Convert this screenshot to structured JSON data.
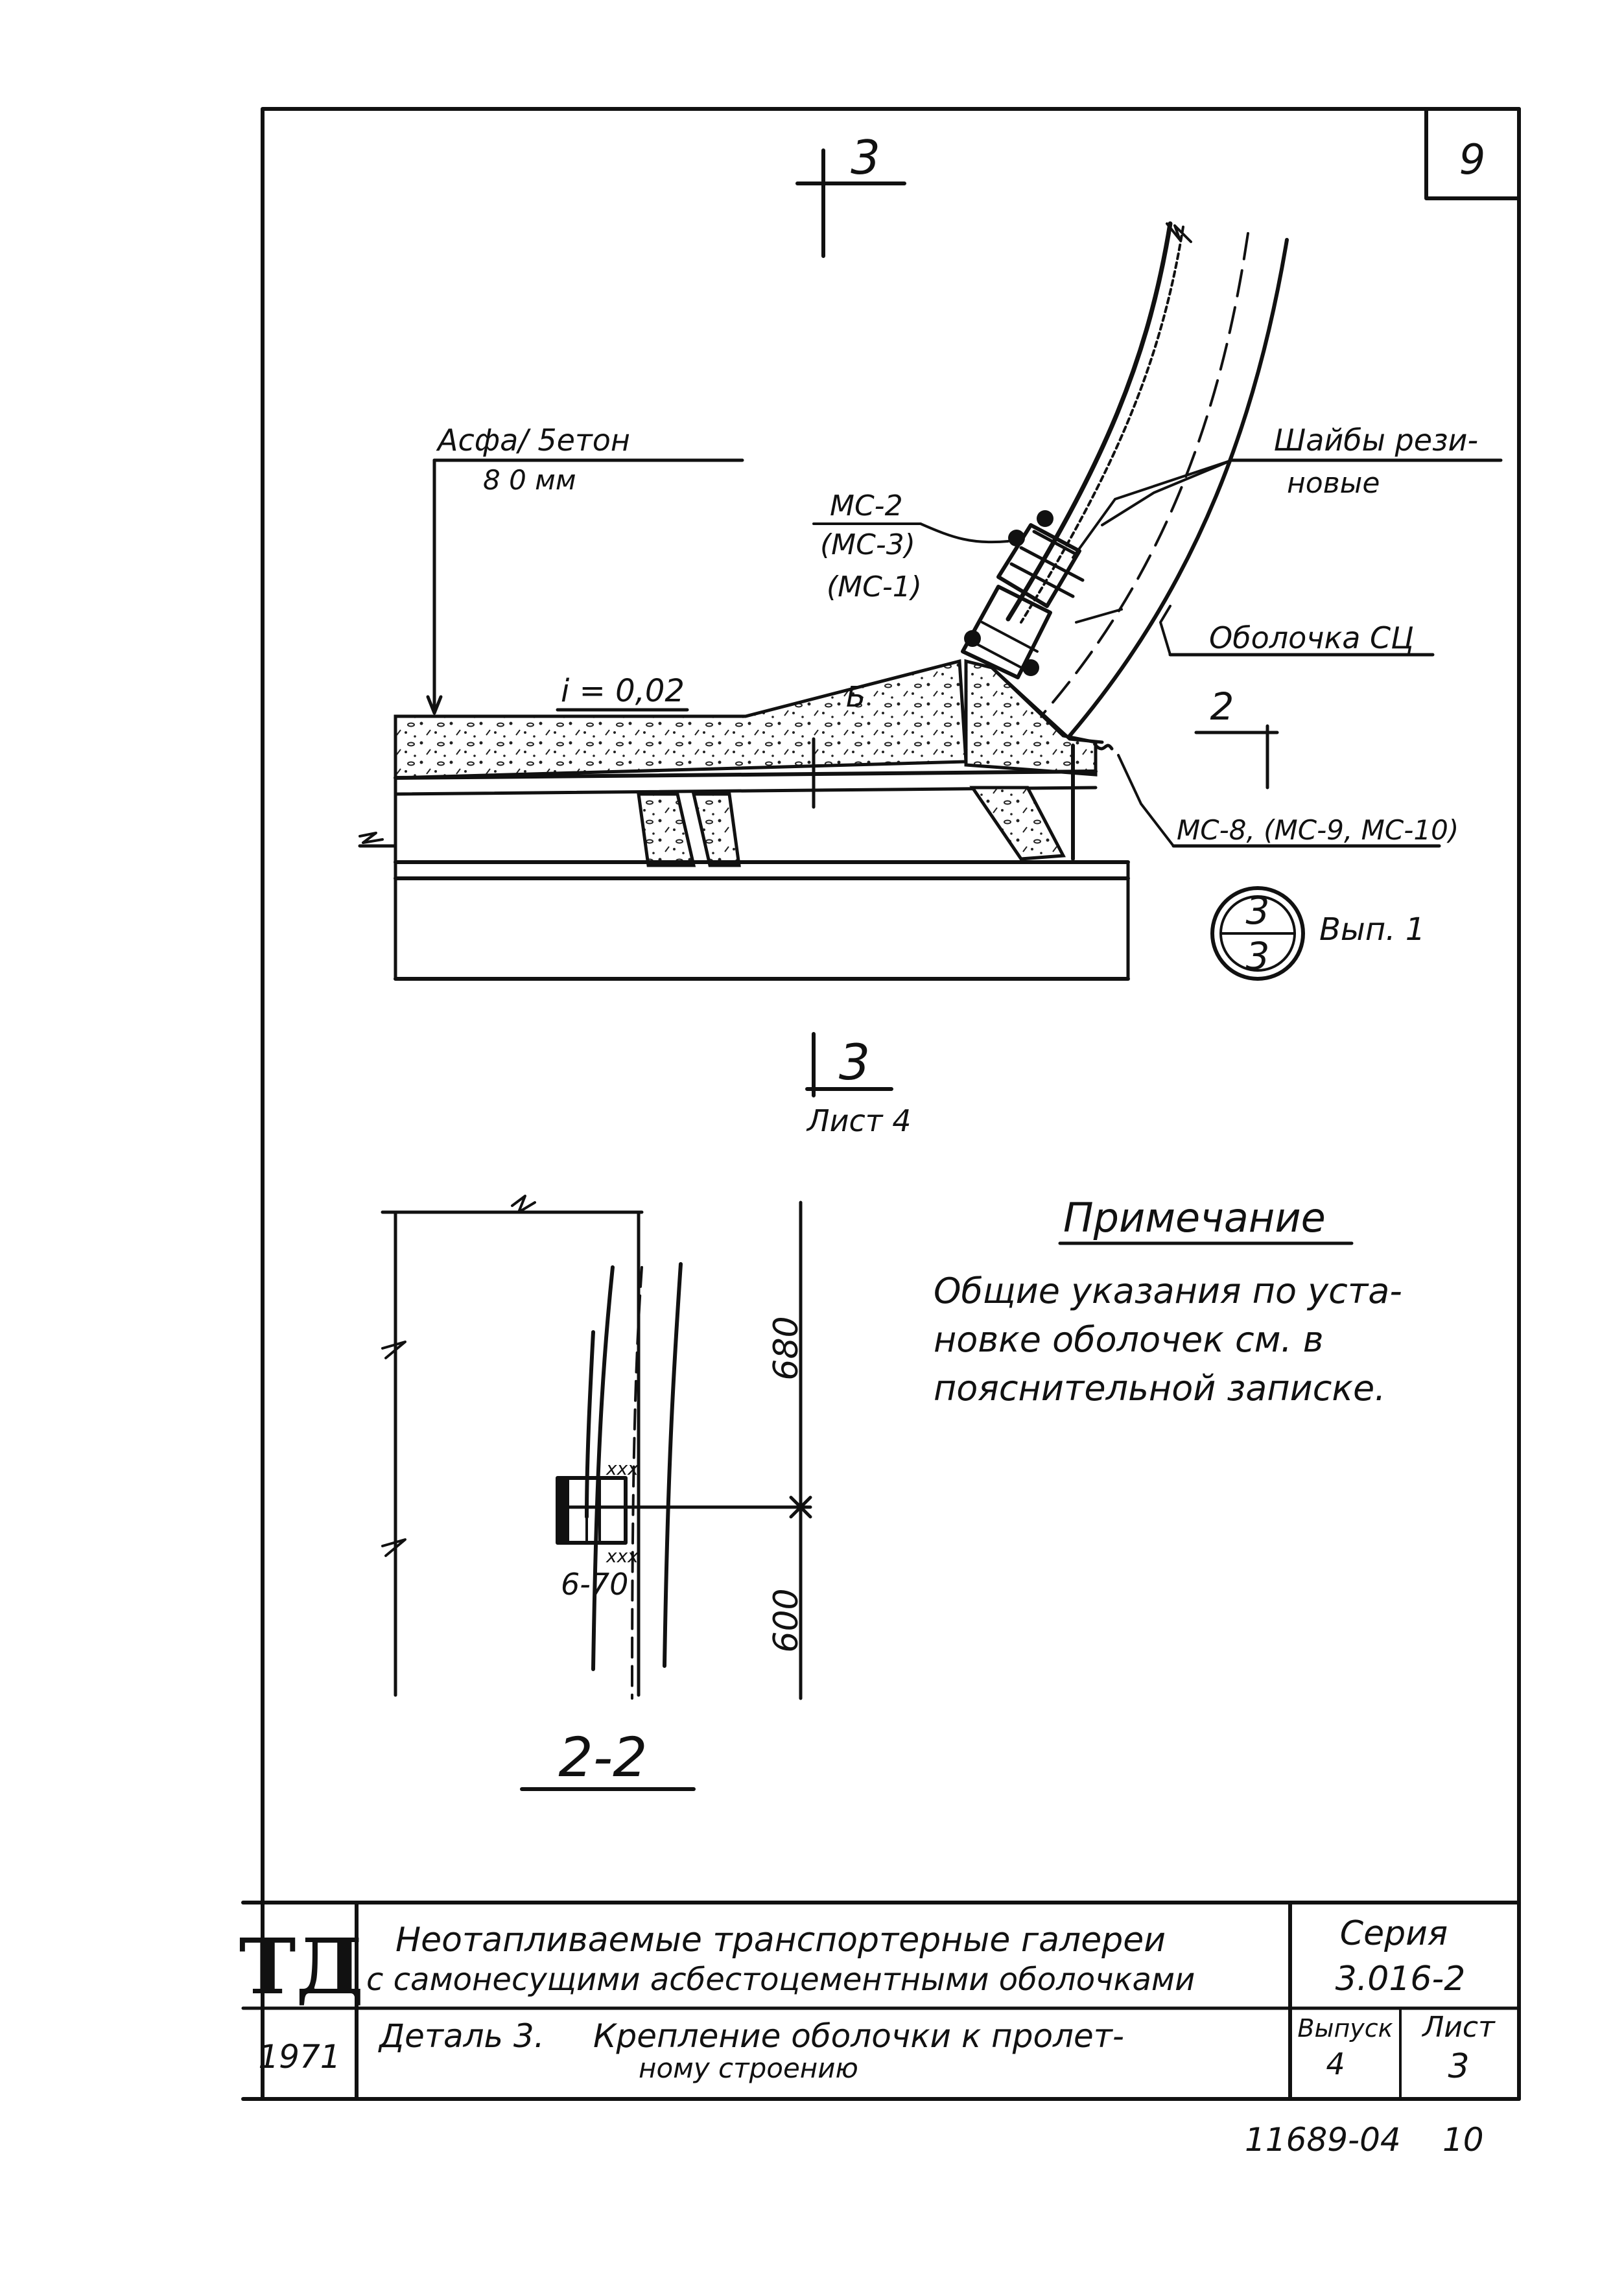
{
  "sheet": {
    "page_number": "9",
    "bottom_code": "11689-04",
    "bottom_number": "10"
  },
  "section_marks": {
    "top": "3",
    "bottom": "3",
    "bottom_sheet_ref": "Лист 4",
    "right": "2"
  },
  "labels": {
    "asphalt_line1": "Асфа/ 5етон",
    "asphalt_line2": "8 0 мм",
    "slope": "i = 0,02",
    "concrete_mark": "Б",
    "washers_line1": "Шайбы рези-",
    "washers_line2": "новые",
    "ms_line1": "МС-2",
    "ms_line2": "(МС-3)",
    "ms_line3": "(МС-1)",
    "shell": "Оболочка СЦ",
    "ms_lower": "МС-8, (МС-9, МС-10)"
  },
  "callout": {
    "numerator": "3",
    "denominator": "3",
    "issue": "Вып. 1"
  },
  "detail_2_2": {
    "title": "2-2",
    "dim_680": "680",
    "dim_600": "600",
    "bolt_label": "6-70"
  },
  "note": {
    "heading": "Примечание",
    "line1": "Общие указания по уста-",
    "line2": "новке оболочек см. в",
    "line3": "пояснительной записке."
  },
  "title_block": {
    "logo": "ТД",
    "year": "1971",
    "title_line1": "Неотапливаемые транспортерные галереи",
    "title_line2": "с самонесущими асбестоцементными оболочками",
    "series_label": "Серия",
    "series_value": "3.016-2",
    "detail_prefix": "Деталь 3.",
    "detail_line1": "Крепление оболочки к пролет-",
    "detail_line2": "ному строению",
    "issue_label": "Выпуск",
    "issue_value": "4",
    "sheet_label": "Лист",
    "sheet_value": "3"
  }
}
